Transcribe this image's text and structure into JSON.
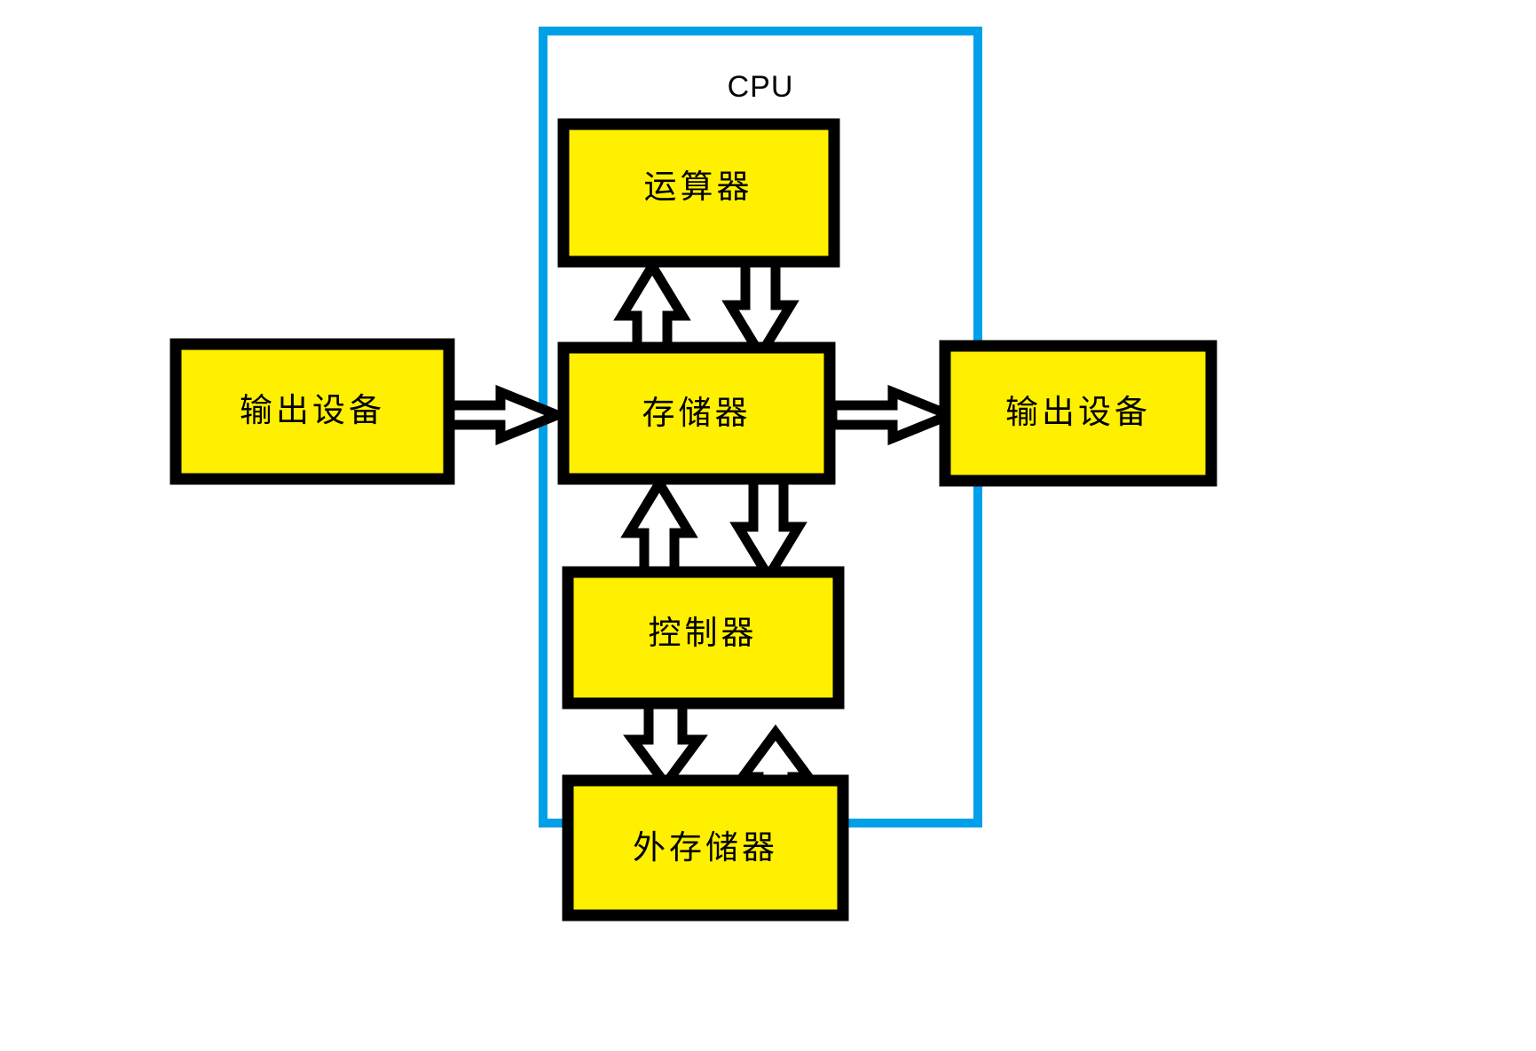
{
  "diagram": {
    "title": "CPU",
    "background_color": "#ffffff",
    "box_fill_color": "#FFF000",
    "box_border_color": "#000000",
    "cpu_frame_color": "#00A0E9",
    "arrow_fill_color": "#FFFFFF",
    "arrow_border_color": "#000000",
    "cpu_group_label": "CPU",
    "boxes": [
      {
        "id": "alu",
        "label": "运算器"
      },
      {
        "id": "memory",
        "label": "存储器"
      },
      {
        "id": "controller",
        "label": "控制器"
      },
      {
        "id": "input-device",
        "label": "输出设备"
      },
      {
        "id": "output-device",
        "label": "输出设备"
      },
      {
        "id": "external-store",
        "label": "外存储器"
      }
    ],
    "connections": [
      {
        "from": "memory",
        "to": "alu",
        "direction": "up"
      },
      {
        "from": "alu",
        "to": "memory",
        "direction": "down"
      },
      {
        "from": "input-device",
        "to": "memory",
        "direction": "right"
      },
      {
        "from": "memory",
        "to": "output-device",
        "direction": "right"
      },
      {
        "from": "controller",
        "to": "memory",
        "direction": "up"
      },
      {
        "from": "memory",
        "to": "controller",
        "direction": "down"
      },
      {
        "from": "controller",
        "to": "external-store",
        "direction": "down"
      },
      {
        "from": "external-store",
        "to": "controller",
        "direction": "up"
      }
    ]
  }
}
